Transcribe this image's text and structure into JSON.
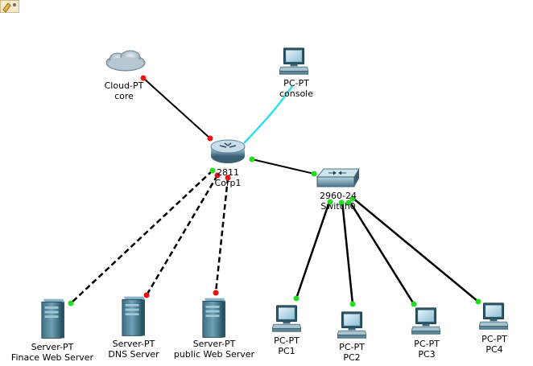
{
  "devices": {
    "cloud": {
      "type": "Cloud-PT",
      "name": "core"
    },
    "console": {
      "type": "PC-PT",
      "name": "console"
    },
    "router": {
      "type": "2811",
      "name": "Corp1"
    },
    "switch": {
      "type": "2960-24",
      "name": "Switch0"
    },
    "srv_finance": {
      "type": "Server-PT",
      "name": "Finace Web Server"
    },
    "srv_dns": {
      "type": "Server-PT",
      "name": "DNS Server"
    },
    "srv_public": {
      "type": "Server-PT",
      "name": "public Web Server"
    },
    "pc1": {
      "type": "PC-PT",
      "name": "PC1"
    },
    "pc2": {
      "type": "PC-PT",
      "name": "PC2"
    },
    "pc3": {
      "type": "PC-PT",
      "name": "PC3"
    },
    "pc4": {
      "type": "PC-PT",
      "name": "PC4"
    }
  },
  "colors": {
    "link_up": "#22dd22",
    "link_down": "#ee1111",
    "console_cable": "#33ddee",
    "cable": "#000000"
  }
}
